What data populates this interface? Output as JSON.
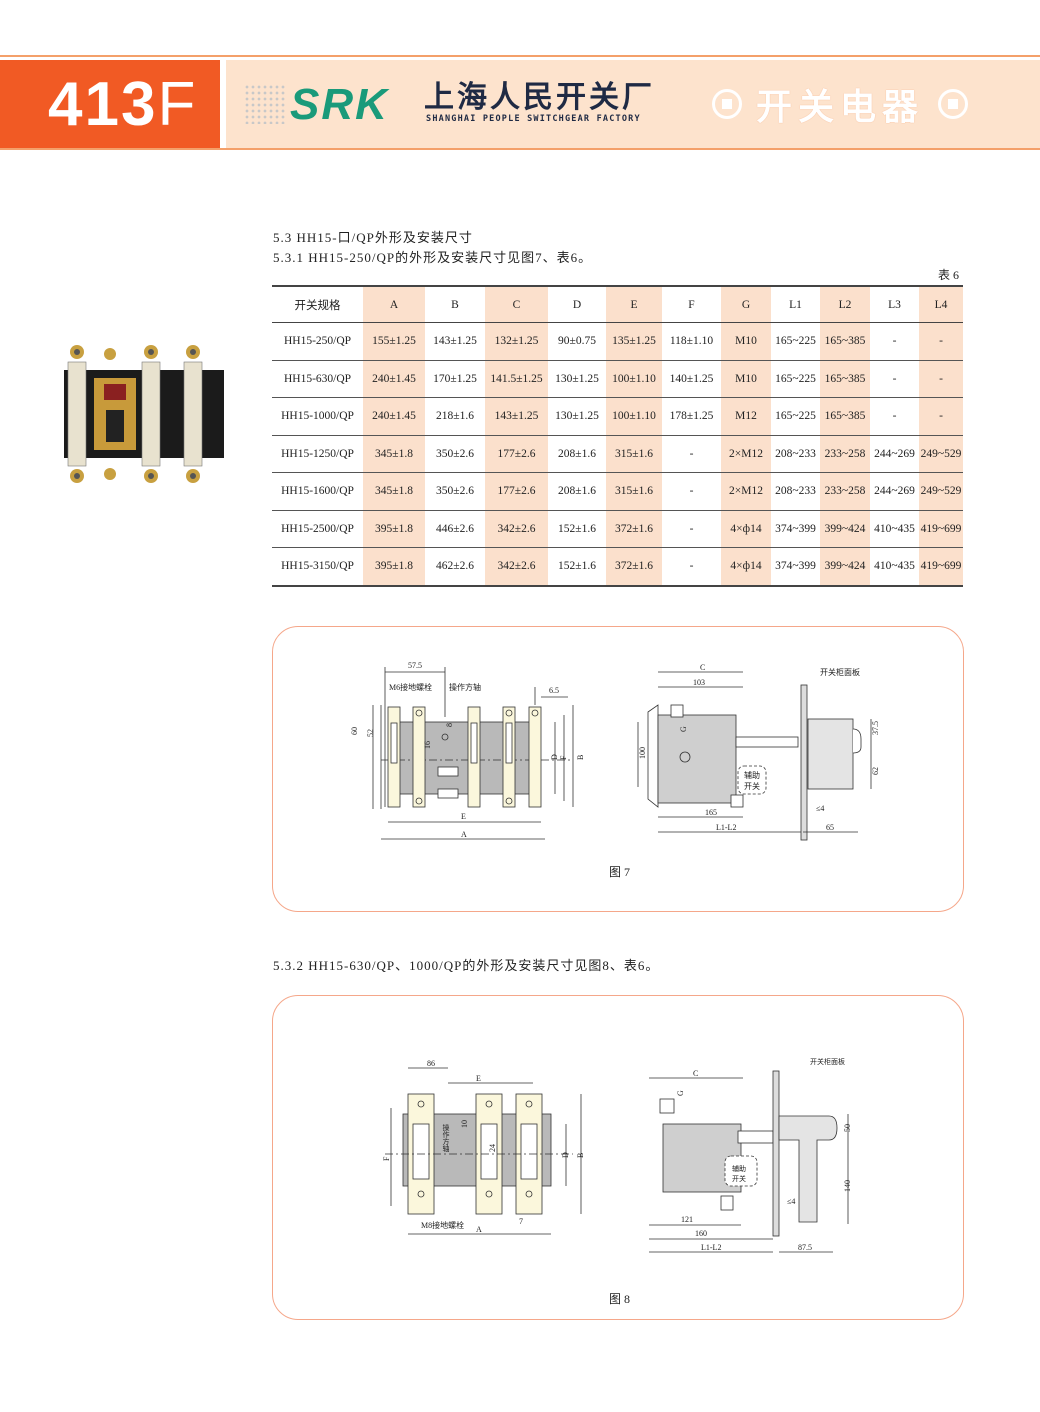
{
  "header": {
    "page_number": "413",
    "page_suffix": "F",
    "brand": "SRK",
    "company_cn": "上海人民开关厂",
    "company_en": "SHANGHAI PEOPLE SWITCHGEAR FACTORY",
    "category": "开关电器"
  },
  "section_5_3": "5.3 HH15-口/QP外形及安装尺寸",
  "section_5_3_1": "5.3.1 HH15-250/QP的外形及安装尺寸见图7、表6。",
  "table_caption": "表 6",
  "table": {
    "headers": [
      "开关规格",
      "A",
      "B",
      "C",
      "D",
      "E",
      "F",
      "G",
      "L1",
      "L2",
      "L3",
      "L4"
    ],
    "rows": [
      [
        "HH15-250/QP",
        "155±1.25",
        "143±1.25",
        "132±1.25",
        "90±0.75",
        "135±1.25",
        "118±1.10",
        "M10",
        "165~225",
        "165~385",
        "-",
        "-"
      ],
      [
        "HH15-630/QP",
        "240±1.45",
        "170±1.25",
        "141.5±1.25",
        "130±1.25",
        "100±1.10",
        "140±1.25",
        "M10",
        "165~225",
        "165~385",
        "-",
        "-"
      ],
      [
        "HH15-1000/QP",
        "240±1.45",
        "218±1.6",
        "143±1.25",
        "130±1.25",
        "100±1.10",
        "178±1.25",
        "M12",
        "165~225",
        "165~385",
        "-",
        "-"
      ],
      [
        "HH15-1250/QP",
        "345±1.8",
        "350±2.6",
        "177±2.6",
        "208±1.6",
        "315±1.6",
        "-",
        "2×M12",
        "208~233",
        "233~258",
        "244~269",
        "249~529"
      ],
      [
        "HH15-1600/QP",
        "345±1.8",
        "350±2.6",
        "177±2.6",
        "208±1.6",
        "315±1.6",
        "-",
        "2×M12",
        "208~233",
        "233~258",
        "244~269",
        "249~529"
      ],
      [
        "HH15-2500/QP",
        "395±1.8",
        "446±2.6",
        "342±2.6",
        "152±1.6",
        "372±1.6",
        "-",
        "4×ф14",
        "374~399",
        "399~424",
        "410~435",
        "419~699"
      ],
      [
        "HH15-3150/QP",
        "395±1.8",
        "462±2.6",
        "342±2.6",
        "152±1.6",
        "372±1.6",
        "-",
        "4×ф14",
        "374~399",
        "399~424",
        "410~435",
        "419~699"
      ]
    ]
  },
  "figure7": {
    "caption": "图 7",
    "front": {
      "dim_57_5": "57.5",
      "m6": "M6接地螺栓",
      "shaft": "操作方轴",
      "dim_6_5": "6.5",
      "dim_60": "60",
      "dim_52": "52",
      "dim_16": "16",
      "dim_8": "8",
      "D": "D",
      "F": "F",
      "B": "B",
      "E": "E",
      "A": "A"
    },
    "side": {
      "C": "C",
      "dim_103": "103",
      "panel": "开关柜面板",
      "G": "G",
      "dim_100": "100",
      "aux1": "辅助",
      "aux2": "开关",
      "dim_37_5": "37.5",
      "dim_62": "62",
      "le4": "≤4",
      "dim_165": "165",
      "L1L2": "L1-L2",
      "dim_65": "65"
    }
  },
  "section_5_3_2": "5.3.2 HH15-630/QP、1000/QP的外形及安装尺寸见图8、表6。",
  "figure8": {
    "caption": "图 8",
    "front": {
      "dim_86": "86",
      "E": "E",
      "F": "F",
      "D": "D",
      "B": "B",
      "shaft": "操作方轴",
      "dim_10": "10",
      "dim_24": "24",
      "m8": "M8接地螺栓",
      "A": "A",
      "dim_7": "7"
    },
    "side": {
      "panel": "开关柜面板",
      "C": "C",
      "G": "G",
      "aux1": "辅助",
      "aux2": "开关",
      "dim_50": "50",
      "dim_140": "140",
      "le4": "≤4",
      "dim_121": "121",
      "dim_160": "160",
      "L1L2": "L1-L2",
      "dim_87_5": "87.5"
    }
  },
  "colors": {
    "orange": "#f15a24",
    "peach": "#fde3cd",
    "teal": "#1a9a7a",
    "navy": "#1f2a44",
    "table_shade": "#fbe0cc"
  }
}
